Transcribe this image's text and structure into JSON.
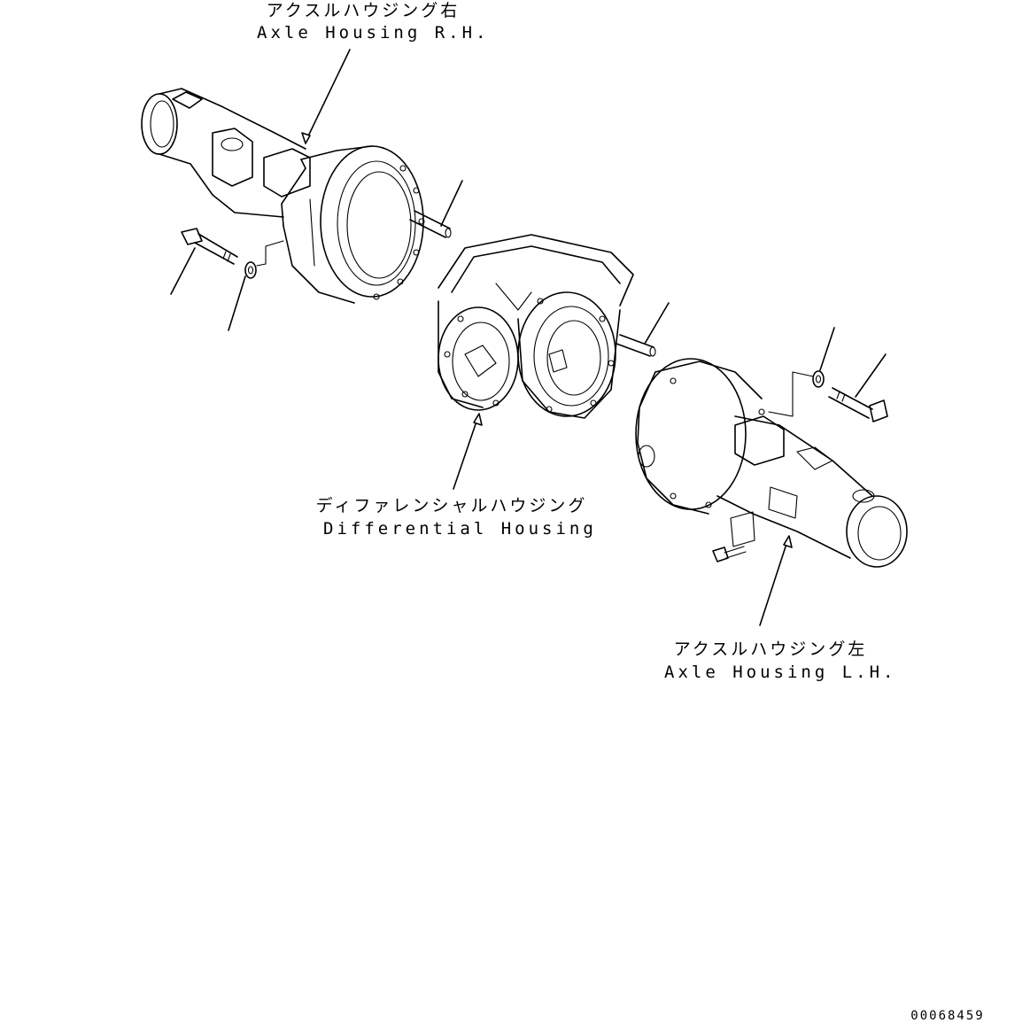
{
  "labels": {
    "axle_rh_jp": "アクスルハウジング右",
    "axle_rh_en": "Axle Housing R.H.",
    "diff_jp": "ディファレンシャルハウジング",
    "diff_en": "Differential Housing",
    "axle_lh_jp": "アクスルハウジング左",
    "axle_lh_en": "Axle Housing L.H."
  },
  "drawing_number": "00068459"
}
